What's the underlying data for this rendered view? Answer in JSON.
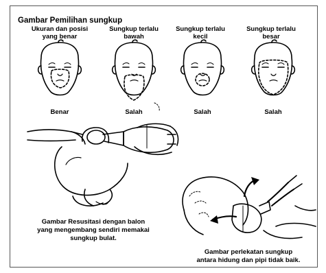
{
  "title": "Gambar Pemilihan sungkup",
  "panels": [
    {
      "header_line1": "Ukuran dan posisi",
      "header_line2": "yang benar",
      "verdict": "Benar"
    },
    {
      "header_line1": "Sungkup terlalu",
      "header_line2": "bawah",
      "verdict": "Salah"
    },
    {
      "header_line1": "Sungkup terlalu",
      "header_line2": "kecil",
      "verdict": "Salah"
    },
    {
      "header_line1": "Sungkup terlalu",
      "header_line2": "besar",
      "verdict": "Salah"
    }
  ],
  "caption_left": {
    "line1": "Gambar Resusitasi dengan balon",
    "line2": "yang mengembang sendiri memakai",
    "line3": "sungkup bulat."
  },
  "caption_right": {
    "line1": "Gambar perlekatan sungkup",
    "line2": "antara hidung dan pipi tidak baik."
  }
}
